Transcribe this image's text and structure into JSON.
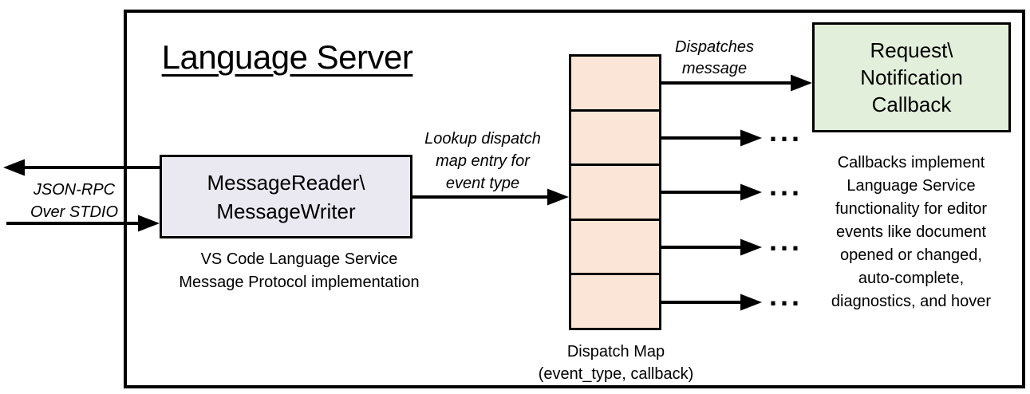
{
  "diagram": {
    "title": "Language Server",
    "stdio": {
      "label": "JSON-RPC\nOver STDIO"
    },
    "message_box": {
      "label": "MessageReader\\\nMessageWriter",
      "caption": "VS Code Language Service\nMessage Protocol implementation",
      "fill": "#EAE8F0"
    },
    "lookup_label": "Lookup dispatch\nmap entry for\nevent type",
    "dispatch_map": {
      "caption": "Dispatch Map\n(event_type, callback)",
      "fill": "#FBE5D6",
      "row_count": 5
    },
    "dispatches_label": "Dispatches\nmessage",
    "callback_box": {
      "label": "Request\\\nNotification\nCallback",
      "fill": "#E2EFDA"
    },
    "callback_note": "Callbacks implement\nLanguage Service\nfunctionality for editor\nevents like document\nopened or changed,\nauto-complete,\ndiagnostics, and hover",
    "ellipsis": "...",
    "stroke_color": "#000000"
  }
}
